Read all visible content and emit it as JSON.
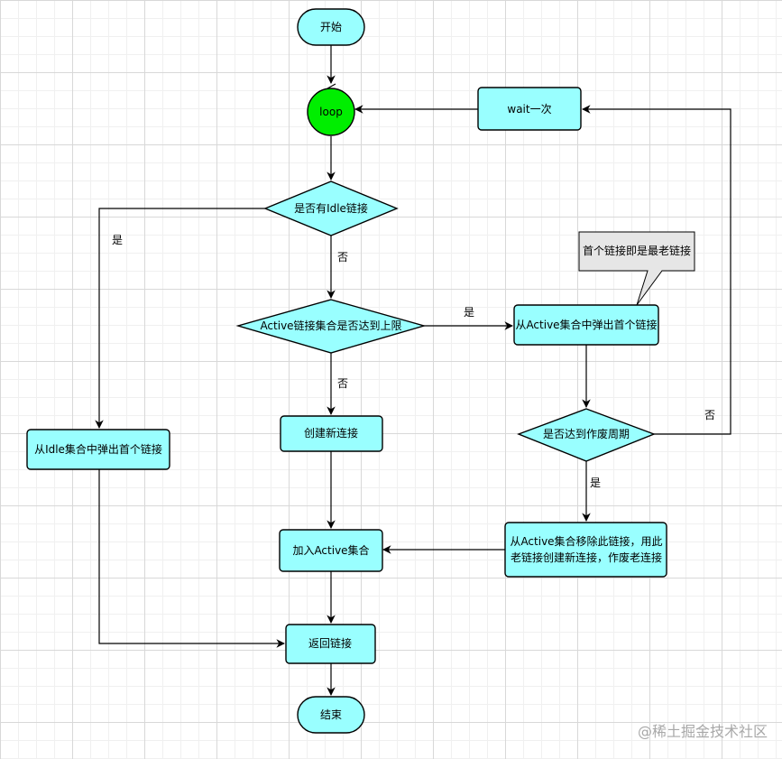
{
  "nodes": {
    "start": "开始",
    "loop": "loop",
    "wait": "wait一次",
    "has_idle": "是否有Idle链接",
    "active_limit": "Active链接集合是否达到上限",
    "pop_active": "从Active集合中弹出首个链接",
    "note": "首个链接即是最老链接",
    "pop_idle": "从Idle集合中弹出首个链接",
    "create_new": "创建新连接",
    "expired": "是否达到作废周期",
    "add_active": "加入Active集合",
    "remove_active_line1": "从Active集合移除此链接，用此",
    "remove_active_line2": "老链接创建新连接，作废老连接",
    "return_conn": "返回链接",
    "end": "结束"
  },
  "edge_labels": {
    "idle_yes": "是",
    "idle_no": "否",
    "limit_yes": "是",
    "limit_no": "否",
    "expired_yes": "是",
    "expired_no": "否"
  },
  "watermark": "@稀土掘金技术社区"
}
